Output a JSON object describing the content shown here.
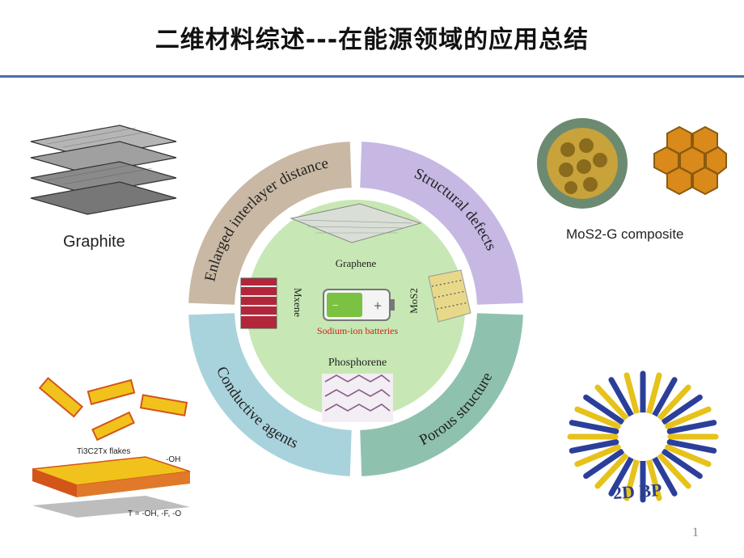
{
  "slide": {
    "title": "二维材料综述---在能源领域的应用总结",
    "page_number": "1"
  },
  "corners": {
    "top_left_label": "Graphite",
    "top_right_label": "MoS2-G composite",
    "bottom_left_caption": "Ti3C2Tx flakes",
    "bottom_left_oh": "-OH",
    "bottom_left_t": "T = -OH, -F, -O",
    "bottom_right_label": "2D BP"
  },
  "wheel": {
    "quadrants": [
      {
        "label": "Enlarged interlayer distance",
        "color": "#c9b8a3"
      },
      {
        "label": "Structural defects",
        "color": "#c6b8e3"
      },
      {
        "label": "Conductive agents",
        "color": "#a9d3dc"
      },
      {
        "label": "Porous structure",
        "color": "#8fc2ae"
      }
    ],
    "center_labels": {
      "graphene": "Graphene",
      "mxene": "Mxene",
      "mos2": "MoS2",
      "battery": "Sodium-ion batteries",
      "phosphorene": "Phosphorene"
    }
  }
}
